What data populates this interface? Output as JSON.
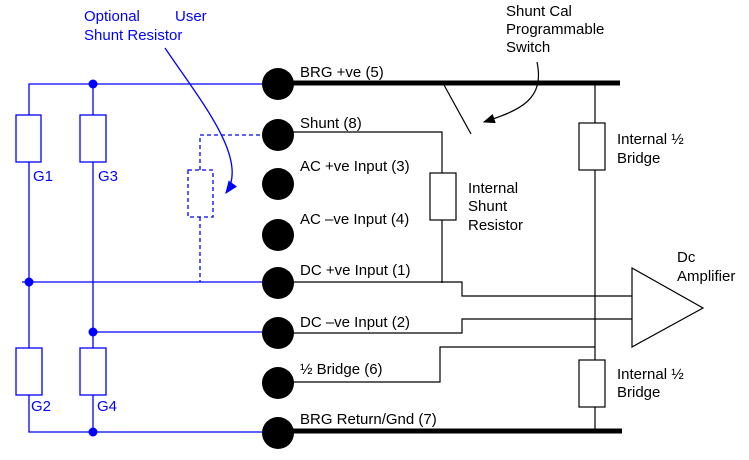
{
  "colors": {
    "user_wiring": "#0000ff",
    "internal_wiring": "#000000"
  },
  "labels": {
    "optional_user_line1": "Optional",
    "optional_user_line2": "User",
    "optional_user_line3": "Shunt Resistor",
    "shunt_cal_1": "Shunt Cal",
    "shunt_cal_2": "Programmable",
    "shunt_cal_3": "Switch",
    "g1": "G1",
    "g2": "G2",
    "g3": "G3",
    "g4": "G4",
    "internal_shunt_1": "Internal",
    "internal_shunt_2": "Shunt",
    "internal_shunt_3": "Resistor",
    "half_bridge_top_1": "Internal ½",
    "half_bridge_top_2": "Bridge",
    "half_bridge_bot_1": "Internal ½",
    "half_bridge_bot_2": "Bridge",
    "amp_1": "Dc",
    "amp_2": "Amplifier"
  },
  "terminals": [
    "BRG +ve (5)",
    "Shunt (8)",
    "AC +ve Input (3)",
    "AC –ve Input (4)",
    "DC +ve Input (1)",
    "DC –ve Input (2)",
    "½ Bridge (6)",
    "BRG Return/Gnd (7)"
  ]
}
